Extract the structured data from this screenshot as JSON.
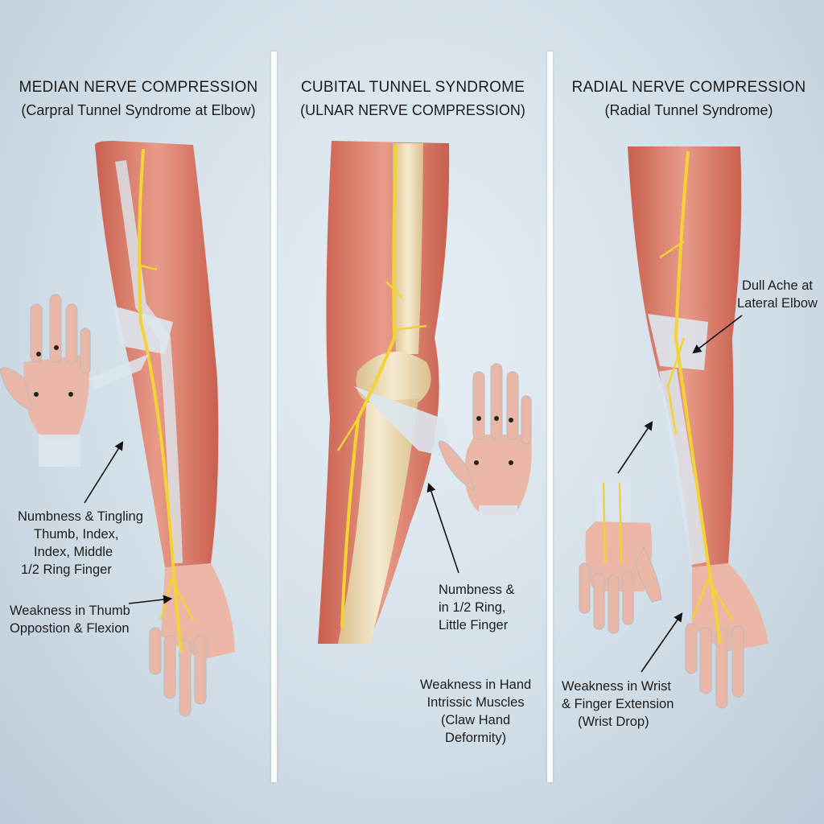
{
  "panels": [
    {
      "title": "MEDIAN NERVE COMPRESSION",
      "subtitle": "(Carpral Tunnel Syndrome at Elbow)",
      "labels": [
        {
          "lines": [
            "Numbness & Tingling",
            "Thumb, Index,",
            "Index, Middle",
            "1/2 Ring Finger"
          ]
        },
        {
          "lines": [
            "Weakness in Thumb",
            "Oppostion & Flexion"
          ]
        }
      ]
    },
    {
      "title": "CUBITAL TUNNEL SYNDROME",
      "subtitle": "(ULNAR NERVE COMPRESSION)",
      "labels": [
        {
          "lines": [
            "Numbness &",
            "in 1/2 Ring,",
            "Little Finger"
          ]
        },
        {
          "lines": [
            "Weakness in Hand",
            "Intrissic Muscles",
            "(Claw Hand",
            "Deformity)"
          ]
        }
      ]
    },
    {
      "title": "RADIAL NERVE COMPRESSION",
      "subtitle": "(Radial Tunnel Syndrome)",
      "labels": [
        {
          "lines": [
            "Dull Ache at",
            "Lateral Elbow"
          ]
        },
        {
          "lines": [
            "Weakness in Wrist",
            "& Finger Extension",
            "(Wrist Drop)"
          ]
        }
      ]
    }
  ],
  "colors": {
    "muscle": "#d9796a",
    "muscle_light": "#eeb3a2",
    "tendon": "#dbe6ee",
    "nerve": "#f2d235",
    "bone": "#efdcb2",
    "skin": "#eab6a6",
    "background": "#d3dfe8",
    "divider": "#fbfdfe"
  }
}
